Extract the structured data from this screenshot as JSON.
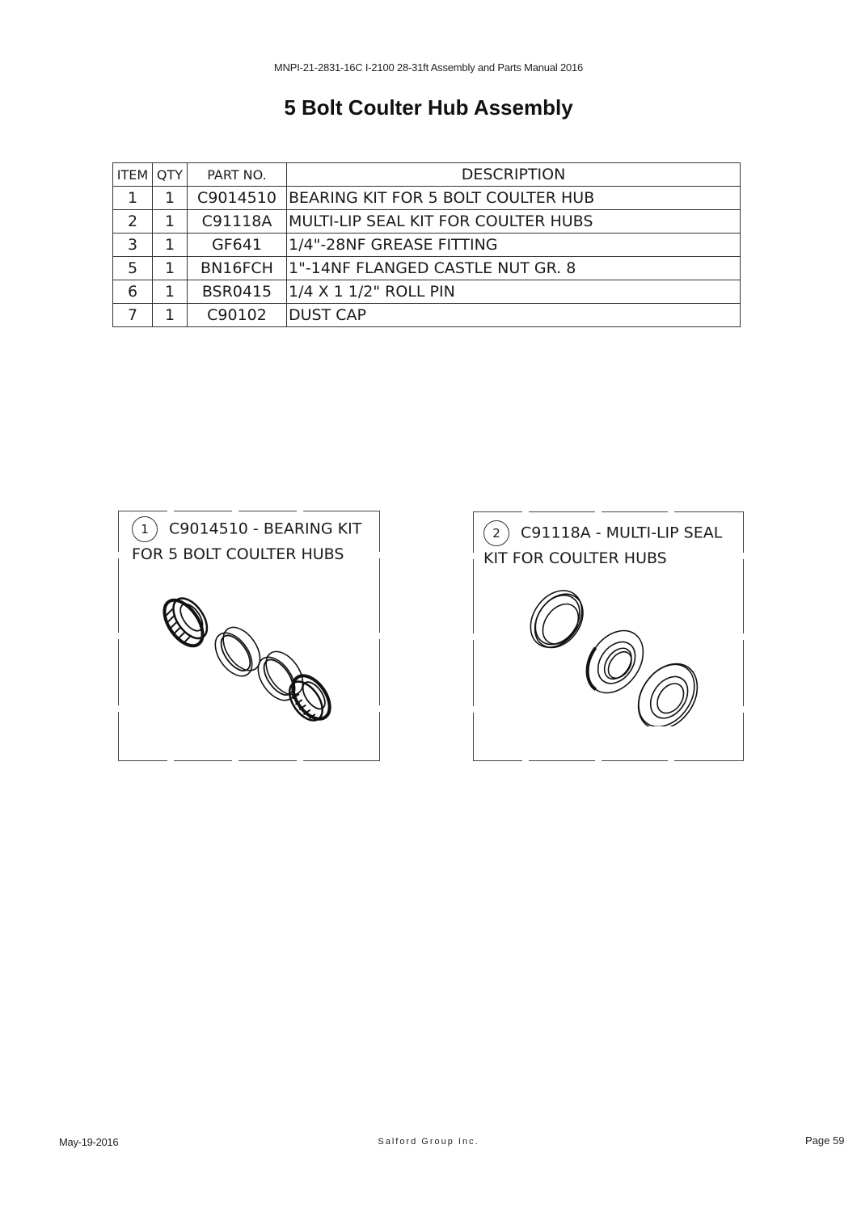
{
  "header": {
    "doc_line": "MNPI-21-2831-16C   I-2100 28-31ft Assembly and Parts Manual 2016",
    "title": "5 Bolt Coulter Hub Assembly"
  },
  "parts_table": {
    "columns": [
      "ITEM",
      "QTY",
      "PART NO.",
      "DESCRIPTION"
    ],
    "rows": [
      {
        "item": "1",
        "qty": "1",
        "part_no": "C9014510",
        "description": "BEARING KIT FOR 5 BOLT COULTER HUB"
      },
      {
        "item": "2",
        "qty": "1",
        "part_no": "C91118A",
        "description": "MULTI-LIP SEAL KIT FOR COULTER HUBS"
      },
      {
        "item": "3",
        "qty": "1",
        "part_no": "GF641",
        "description": "1/4\"-28NF GREASE FITTING"
      },
      {
        "item": "5",
        "qty": "1",
        "part_no": "BN16FCH",
        "description": "1\"-14NF FLANGED CASTLE NUT GR. 8"
      },
      {
        "item": "6",
        "qty": "1",
        "part_no": "BSR0415",
        "description": "1/4 X 1 1/2\" ROLL PIN"
      },
      {
        "item": "7",
        "qty": "1",
        "part_no": "C90102",
        "description": "DUST CAP"
      }
    ]
  },
  "detail_views": [
    {
      "number": "1",
      "line1": "C9014510 - BEARING KIT",
      "line2": "FOR 5 BOLT COULTER HUBS",
      "illustration": "bearing-kit-exploded-view"
    },
    {
      "number": "2",
      "line1": "C91118A - MULTI-LIP SEAL",
      "line2": "KIT FOR COULTER HUBS",
      "illustration": "seal-kit-exploded-view"
    }
  ],
  "footer": {
    "date": "May-19-2016",
    "company": "Salford Group Inc.",
    "page": "Page 59"
  }
}
